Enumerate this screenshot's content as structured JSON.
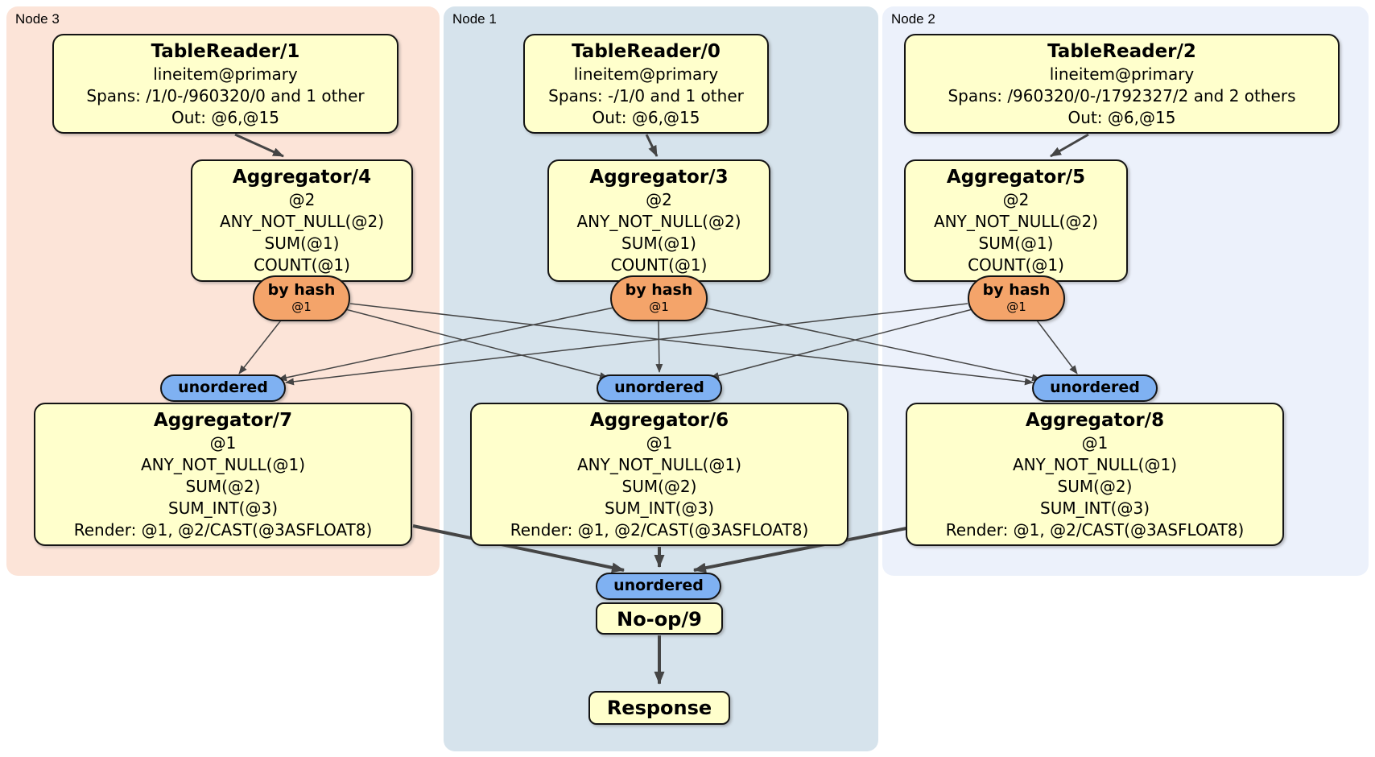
{
  "regions": {
    "node3": {
      "label": "Node 3",
      "color": "#fce4d8"
    },
    "node1": {
      "label": "Node 1",
      "color": "#d6e3ec"
    },
    "node2": {
      "label": "Node 2",
      "color": "#ecf1fb"
    }
  },
  "colors": {
    "processor_fill": "#ffffcc",
    "router_fill": "#f4a46a",
    "sync_fill": "#7fb1f2",
    "edge": "#454545"
  },
  "processors": {
    "tr1": {
      "title": "TableReader/1",
      "lines": [
        "lineitem@primary",
        "Spans: /1/0-/960320/0 and 1 other",
        "Out: @6,@15"
      ]
    },
    "tr0": {
      "title": "TableReader/0",
      "lines": [
        "lineitem@primary",
        "Spans: -/1/0 and 1 other",
        "Out: @6,@15"
      ]
    },
    "tr2": {
      "title": "TableReader/2",
      "lines": [
        "lineitem@primary",
        "Spans: /960320/0-/1792327/2 and 2 others",
        "Out: @6,@15"
      ]
    },
    "agg4": {
      "title": "Aggregator/4",
      "lines": [
        "@2",
        "ANY_NOT_NULL(@2)",
        "SUM(@1)",
        "COUNT(@1)"
      ]
    },
    "agg3": {
      "title": "Aggregator/3",
      "lines": [
        "@2",
        "ANY_NOT_NULL(@2)",
        "SUM(@1)",
        "COUNT(@1)"
      ]
    },
    "agg5": {
      "title": "Aggregator/5",
      "lines": [
        "@2",
        "ANY_NOT_NULL(@2)",
        "SUM(@1)",
        "COUNT(@1)"
      ]
    },
    "agg7": {
      "title": "Aggregator/7",
      "lines": [
        "@1",
        "ANY_NOT_NULL(@1)",
        "SUM(@2)",
        "SUM_INT(@3)",
        "Render: @1, @2/CAST(@3ASFLOAT8)"
      ]
    },
    "agg6": {
      "title": "Aggregator/6",
      "lines": [
        "@1",
        "ANY_NOT_NULL(@1)",
        "SUM(@2)",
        "SUM_INT(@3)",
        "Render: @1, @2/CAST(@3ASFLOAT8)"
      ]
    },
    "agg8": {
      "title": "Aggregator/8",
      "lines": [
        "@1",
        "ANY_NOT_NULL(@1)",
        "SUM(@2)",
        "SUM_INT(@3)",
        "Render: @1, @2/CAST(@3ASFLOAT8)"
      ]
    },
    "noop": {
      "title": "No-op/9"
    },
    "response": {
      "title": "Response"
    }
  },
  "router": {
    "label": "by hash",
    "sub": "@1"
  },
  "sync": {
    "label": "unordered"
  }
}
